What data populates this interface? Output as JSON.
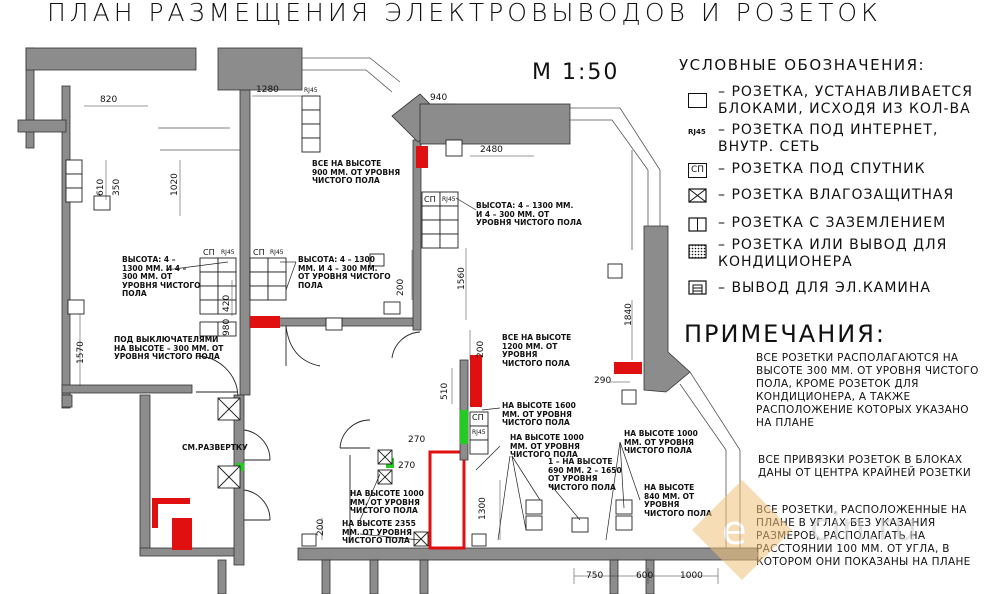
{
  "title": "ПЛАН РАЗМЕЩЕНИЯ ЭЛЕКТРОВЫВОДОВ И РОЗЕТОК",
  "scale": "М 1:50",
  "legend": {
    "title": "УСЛОВНЫЕ ОБОЗНАЧЕНИЯ:",
    "items": [
      {
        "icon": "socket-block-icon",
        "text": "– РОЗЕТКА, УСТАНАВЛИВАЕТСЯ БЛОКАМИ, ИСХОДЯ ИЗ КОЛ-ВА"
      },
      {
        "icon": "rj45-icon",
        "icon_text": "RJ45",
        "text": "– РОЗЕТКА ПОД ИНТЕРНЕТ, ВНУТР. СЕТЬ"
      },
      {
        "icon": "satellite-icon",
        "icon_text": "СП",
        "text": "– РОЗЕТКА ПОД СПУТНИК"
      },
      {
        "icon": "waterproof-icon",
        "text": "– РОЗЕТКА ВЛАГОЗАЩИТНАЯ"
      },
      {
        "icon": "grounded-icon",
        "text": "– РОЗЕТКА С ЗАЗЕМЛЕНИЕМ"
      },
      {
        "icon": "aircon-icon",
        "text": "– РОЗЕТКА ИЛИ ВЫВОД ДЛЯ КОНДИЦИОНЕРА"
      },
      {
        "icon": "fireplace-icon",
        "text": "– ВЫВОД ДЛЯ ЭЛ.КАМИНА"
      }
    ]
  },
  "notes": {
    "title": "ПРИМЕЧАНИЯ:",
    "items": [
      "ВСЕ РОЗЕТКИ РАСПОЛАГАЮТСЯ НА ВЫСОТЕ 300 ММ. ОТ УРОВНЯ ЧИСТОГО ПОЛА, КРОМЕ РОЗЕТОК ДЛЯ КОНДИЦИОНЕРА, А ТАКЖЕ РАСПОЛОЖЕНИЕ КОТОРЫХ УКАЗАНО НА ПЛАНЕ",
      "ВСЕ ПРИВЯЗКИ РОЗЕТОК В БЛОКАХ ДАНЫ ОТ ЦЕНТРА КРАЙНЕЙ РОЗЕТКИ",
      "ВСЕ РОЗЕТКИ, РАСПОЛОЖЕННЫЕ НА ПЛАНЕ В УГЛАХ БЕЗ УКАЗАНИЯ РАЗМЕРОВ, РАСПОЛАГАТЬ НА РАССТОЯНИИ 100 ММ. ОТ УГЛА, В КОТОРОМ ОНИ ПОКАЗАНЫ НА ПЛАНЕ"
    ]
  },
  "annotations": [
    {
      "id": "a1",
      "text": "ВЫСОТА: 4 –\n1300 ММ. И 4 –\n300 ММ. ОТ\nУРОВНЯ ЧИСТОГО\nПОЛА"
    },
    {
      "id": "a2",
      "text": "ВЫСОТА: 4 – 1300\nММ. И 4 – 300 ММ.\nОТ УРОВНЯ ЧИСТОГО\nПОЛА"
    },
    {
      "id": "a3",
      "text": "ВСЕ НА ВЫСОТЕ\n900 ММ. ОТ УРОВНЯ\nЧИСТОГО ПОЛА"
    },
    {
      "id": "a4",
      "text": "ВЫСОТА: 4 – 1300 ММ.\nИ 4 – 300 ММ. ОТ\nУРОВНЯ ЧИСТОГО ПОЛА"
    },
    {
      "id": "a5",
      "text": "ПОД ВЫКЛЮЧАТЕЛЯМИ\nНА ВЫСОТЕ – 300 ММ. ОТ\nУРОВНЯ ЧИСТОГО ПОЛА"
    },
    {
      "id": "a6",
      "text": "ВСЕ НА ВЫСОТЕ\n1200 ММ. ОТ\nУРОВНЯ\nЧИСТОГО ПОЛА"
    },
    {
      "id": "a7",
      "text": "НА ВЫСОТЕ 1600\nММ. ОТ УРОВНЯ\nЧИСТОГО ПОЛА"
    },
    {
      "id": "a8",
      "text": "НА ВЫСОТЕ 1000\nММ. ОТ УРОВНЯ\nЧИСТОГО ПОЛА"
    },
    {
      "id": "a9",
      "text": "НА ВЫСОТЕ 1000\nММ. ОТ УРОВНЯ\nЧИСТОГО ПОЛА"
    },
    {
      "id": "a10",
      "text": "1 – НА ВЫСОТЕ\n690 ММ. 2 – 1650\nОТ УРОВНЯ\nЧИСТОГО ПОЛА"
    },
    {
      "id": "a11",
      "text": "НА ВЫСОТЕ\n840 ММ. ОТ\nУРОВНЯ\nЧИСТОГО ПОЛА"
    },
    {
      "id": "a12",
      "text": "НА ВЫСОТЕ 1000\nММ. ОТ УРОВНЯ\nЧИСТОГО ПОЛА"
    },
    {
      "id": "a13",
      "text": "НА ВЫСОТЕ 2355\nММ. ОТ УРОВНЯ\nЧИСТОГО ПОЛА"
    },
    {
      "id": "a14",
      "text": "СМ.РАЗВЕРТКУ"
    }
  ],
  "dimensions": [
    "820",
    "1280",
    "940",
    "2480",
    "350",
    "610",
    "1020",
    "420",
    "980",
    "1570",
    "200",
    "1560",
    "510",
    "200",
    "270",
    "270",
    "1300",
    "200",
    "1840",
    "290",
    "750",
    "600",
    "1000"
  ],
  "block_labels": {
    "rj45": "RJ45",
    "sp": "СП"
  },
  "watermark": {
    "text": "e cin.ru"
  },
  "colors": {
    "wall": "#8c8c8c",
    "red": "#e01010",
    "green": "#22cc22",
    "accent": "#f0c27a"
  }
}
